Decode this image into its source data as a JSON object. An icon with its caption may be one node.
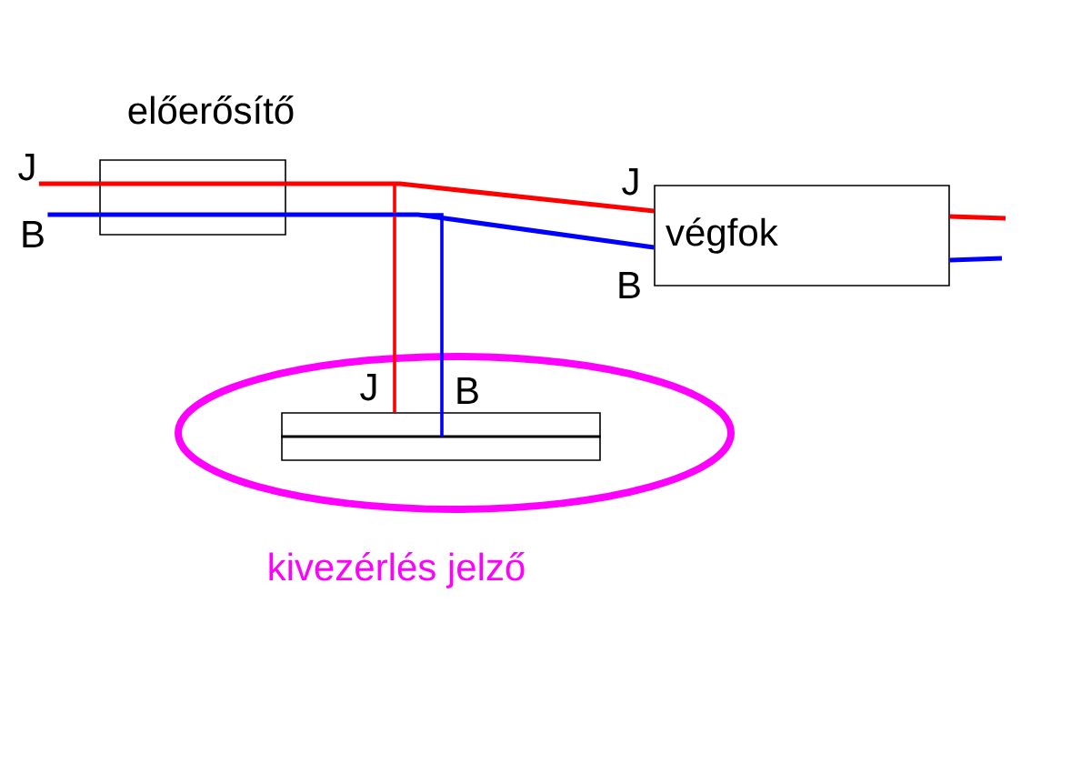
{
  "diagram": {
    "nodes": [
      {
        "text": [
          "előerősítő"
        ]
      },
      {
        "text": [
          "végfok"
        ]
      },
      {
        "text": [
          "kivezérlés jelző"
        ]
      },
      {
        "text": [],
        "shape": "bar",
        "in": 2
      },
      {
        "text": [
          "J"
        ]
      },
      {
        "text": [
          "B"
        ]
      }
    ],
    "edges": [
      {
        "from": 4,
        "to": 0,
        "arrow": "none",
        "color": "#ff0000"
      },
      {
        "from": 5,
        "to": 0,
        "arrow": "none",
        "color": "#0000ff"
      },
      {
        "from": 0,
        "to": 1,
        "arrow": "none",
        "color": "#ff0000"
      },
      {
        "from": 0,
        "to": 1,
        "arrow": "none",
        "color": "#0000ff"
      },
      {
        "from": 0,
        "to": 3,
        "arrow": "none",
        "color": "#ff0000"
      },
      {
        "from": 0,
        "to": 3,
        "arrow": "none",
        "color": "#0000ff"
      },
      {
        "from": 1,
        "to": null,
        "arrow": "none",
        "color": "#ff0000"
      },
      {
        "from": 1,
        "to": null,
        "arrow": "none",
        "color": "#0000ff"
      }
    ],
    "labels": [
      "J",
      "B",
      "J",
      "B"
    ]
  }
}
